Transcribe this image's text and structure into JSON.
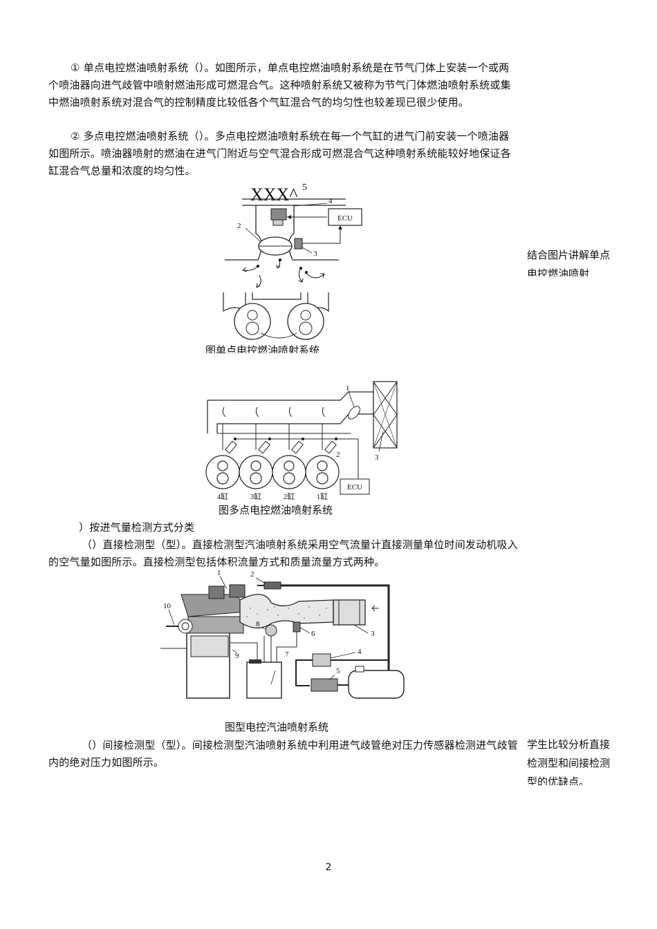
{
  "paragraphs": {
    "p1": "① 单点电控燃油喷射系统（）。如图所示，单点电控燃油喷射系统是在节气门体上安装一个或两个喷油器向进气歧管中喷射燃油形成可燃混合气。这种喷射系统又被称为节气门体燃油喷射系统或集中燃油喷射系统对混合气的控制精度比较低各个气缸混合气的均匀性也较差现已很少使用。",
    "p2": "② 多点电控燃油喷射系统（）。多点电控燃油喷射系统在每一个气缸的进气门前安装一个喷油器如图所示。喷油器喷射的燃油在进气门附近与空气混合形成可燃混合气这种喷射系统能较好地保证各缸混合气总量和浓度的均匀性。",
    "p3": "）按进气量检测方式分类",
    "p4": "（）直接检测型（型）。直接检测型汽油喷射系统采用空气流量计直接测量单位时间发动机吸入的空气量如图所示。直接检测型包括体积流量方式和质量流量方式两种。",
    "p5": "（）间接检测型（型）。间接检测型汽油喷射系统中利用进气歧管绝对压力传感器检测进气歧管内的绝对压力如图所示。"
  },
  "figure1": {
    "header_text": "XXX^",
    "header_sup": "5",
    "caption": "图单点电控燃油喷射系统",
    "labels": [
      "2",
      "4",
      "3"
    ],
    "ecu": "ECU"
  },
  "figure2": {
    "caption": "图多点电控燃油喷射系统",
    "labels": [
      "1",
      "2",
      "3"
    ],
    "cylinders": [
      "4缸",
      "3缸",
      "2缸",
      "1缸"
    ],
    "ecu": "ECU"
  },
  "figure3": {
    "caption": "图型电控汽油喷射系统",
    "labels": [
      "1",
      "2",
      "3",
      "4",
      "5",
      "6",
      "7",
      "8",
      "9",
      "10"
    ]
  },
  "side_notes": {
    "note1": "结合图片讲解单点电控燃油喷射",
    "note2": "学生比较分析直接检测型和间接检测型的优缺点。"
  },
  "page_number": "2"
}
